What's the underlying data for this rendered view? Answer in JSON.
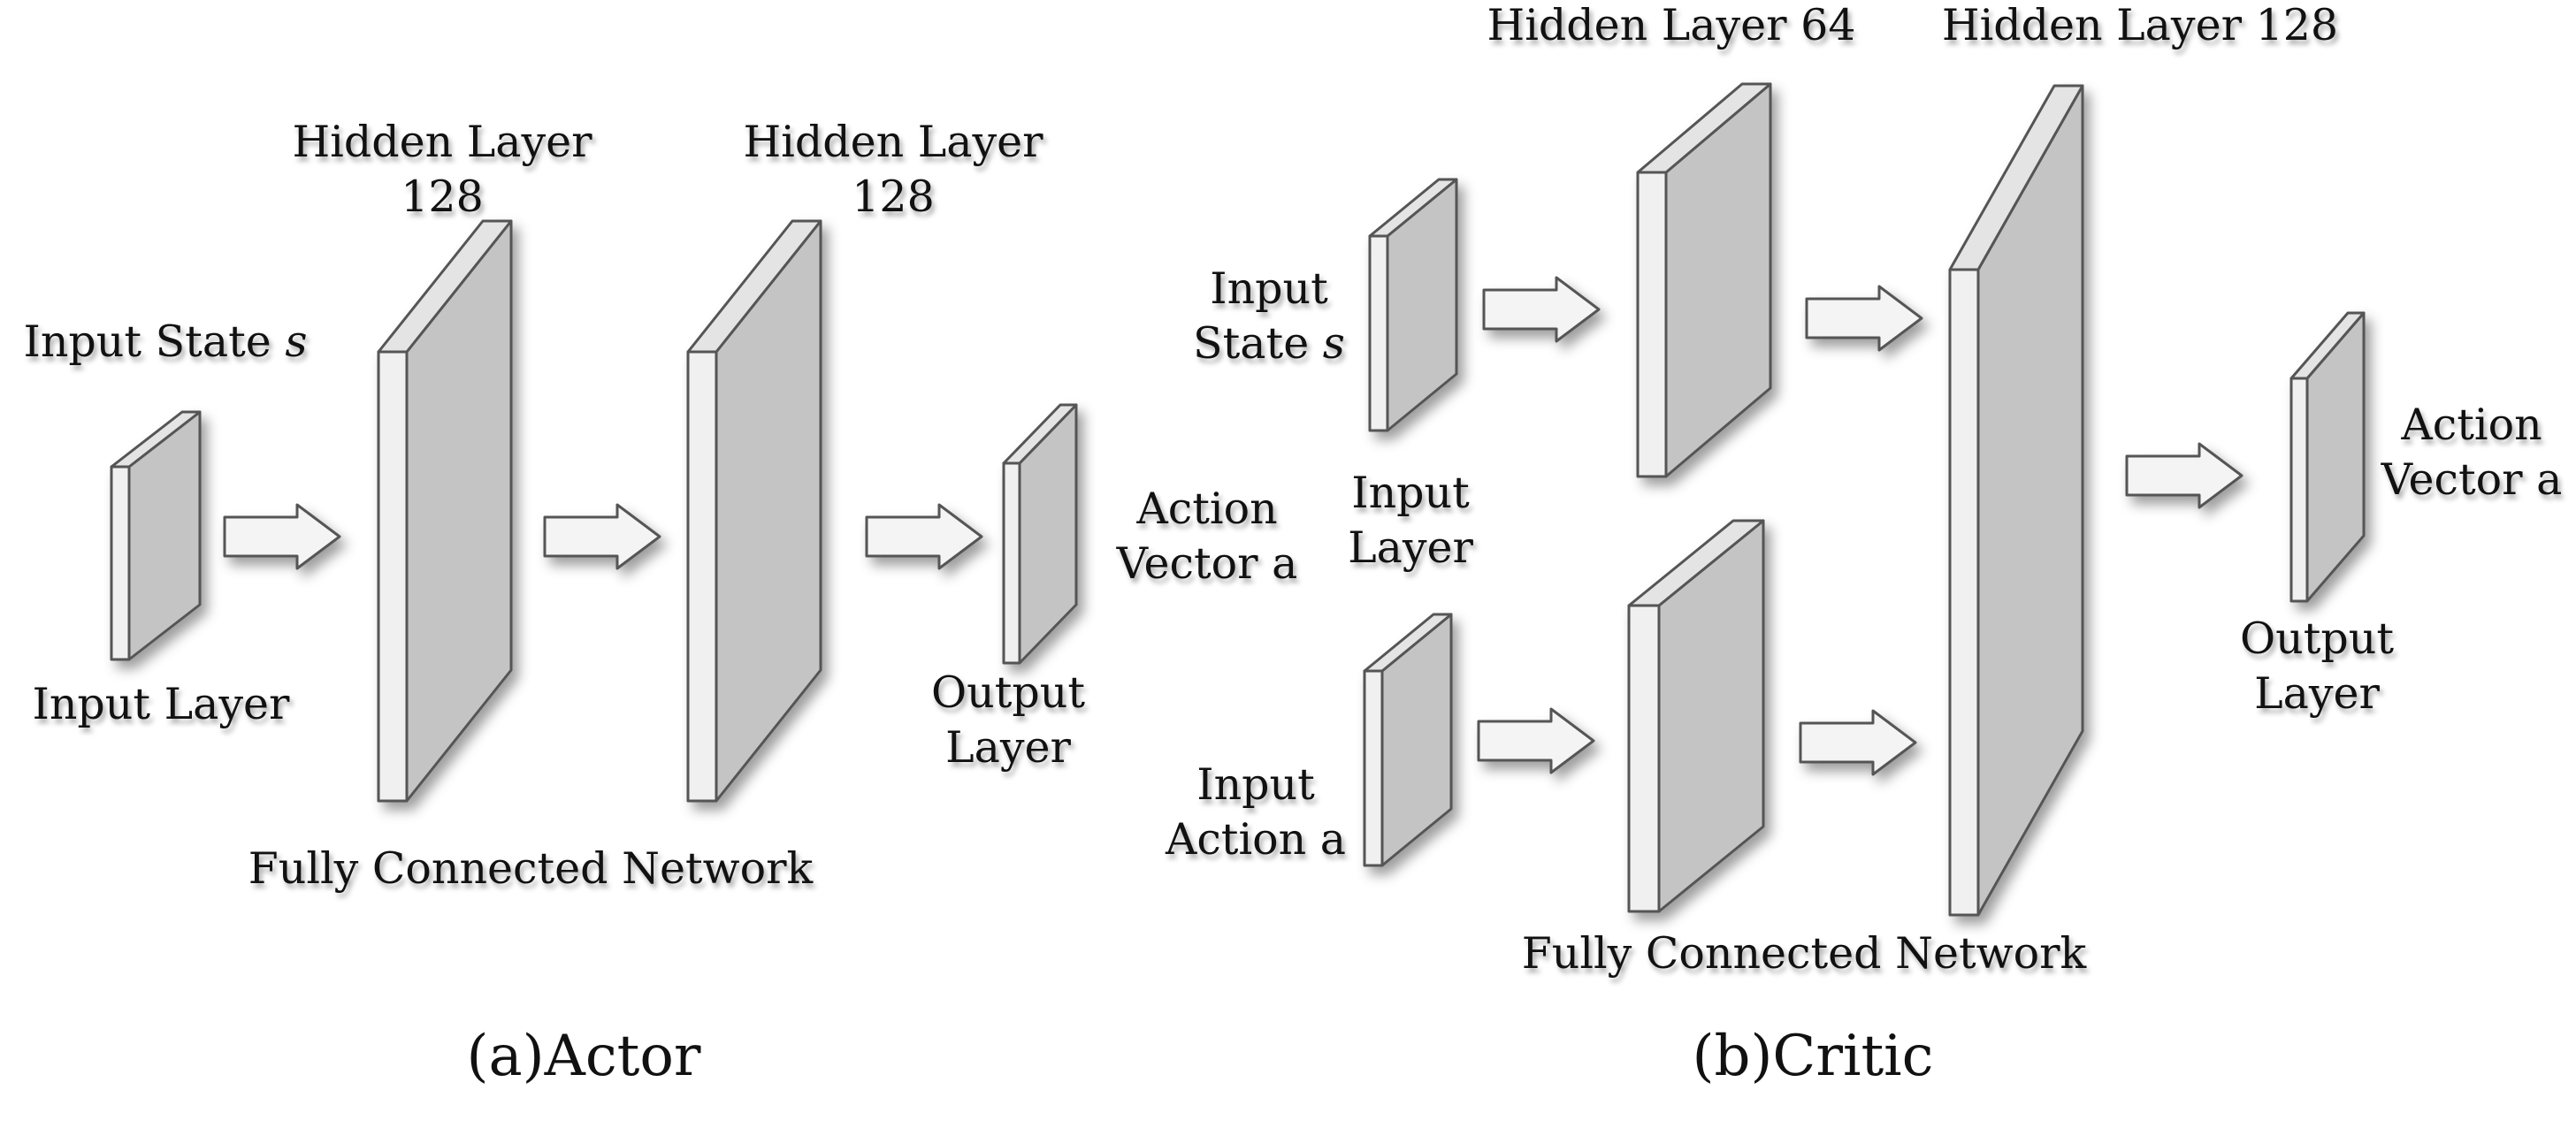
{
  "actor": {
    "caption": "(a)Actor",
    "input_state": "Input State ",
    "input_state_var": "s",
    "input_layer": "Input Layer",
    "hidden1": [
      "Hidden Layer",
      "128"
    ],
    "hidden2": [
      "Hidden Layer",
      "128"
    ],
    "output_layer": [
      "Output",
      "Layer"
    ],
    "action_vector": [
      "Action",
      "Vector a"
    ],
    "network": "Fully Connected Network"
  },
  "critic": {
    "caption": "(b)Critic",
    "input_state": [
      "Input",
      "State "
    ],
    "input_state_var": "s",
    "input_layer": [
      "Input",
      "Layer"
    ],
    "input_action": [
      "Input",
      "Action a"
    ],
    "hidden64": "Hidden Layer 64",
    "hidden128": "Hidden Layer 128",
    "output_layer": [
      "Output",
      "Layer"
    ],
    "action_vector": [
      "Action",
      "Vector a"
    ],
    "network": "Fully Connected Network"
  },
  "colors": {
    "layer_front": "#f0f0f0",
    "layer_side": "#c4c4c4",
    "layer_top": "#e4e4e4",
    "stroke": "#555555",
    "arrow_fill": "#f4f4f4"
  }
}
